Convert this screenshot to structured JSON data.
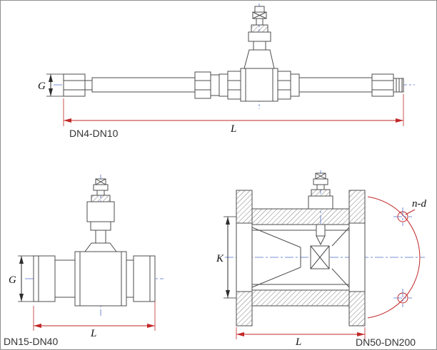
{
  "views": {
    "dn4_dn10": {
      "label": "DN4-DN10",
      "dim_g": "G",
      "dim_l": "L"
    },
    "dn15_dn40": {
      "label": "DN15-DN40",
      "dim_g": "G",
      "dim_l": "L"
    },
    "dn50_dn200": {
      "label": "DN50-DN200",
      "dim_k": "K",
      "dim_l": "L",
      "dim_nd": "n-d"
    }
  },
  "colors": {
    "drawing_line": "#4d4d4d",
    "dimension_line": "#c22727",
    "centerline": "#4f6bc9",
    "background": "#ffffff"
  }
}
